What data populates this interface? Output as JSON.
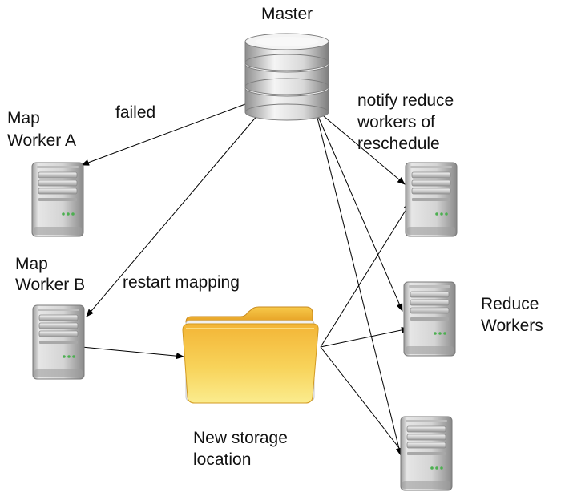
{
  "master": {
    "label": "Master",
    "icon": "database-icon"
  },
  "map_worker_a": {
    "label_line1": "Map",
    "label_line2": "Worker A",
    "icon": "server-icon"
  },
  "map_worker_b": {
    "label_line1": "Map",
    "label_line2": "Worker B",
    "icon": "server-icon"
  },
  "reduce_workers": {
    "label_line1": "Reduce",
    "label_line2": "Workers",
    "icon": "server-icon",
    "count": 3
  },
  "storage": {
    "label_line1": "New storage",
    "label_line2": "location",
    "icon": "folder-icon"
  },
  "edges": {
    "failed": "failed",
    "restart": "restart mapping",
    "notify_line1": "notify reduce",
    "notify_line2": "workers of",
    "notify_line3": "reschedule"
  },
  "colors": {
    "folder_light": "#fbe98a",
    "folder_dark": "#f0b13a",
    "server_body": "#d9d9d9",
    "server_dark": "#8c8c8c",
    "led_green": "#4caf50",
    "db_light": "#f2f2f2",
    "db_dark": "#9a9a9a"
  }
}
